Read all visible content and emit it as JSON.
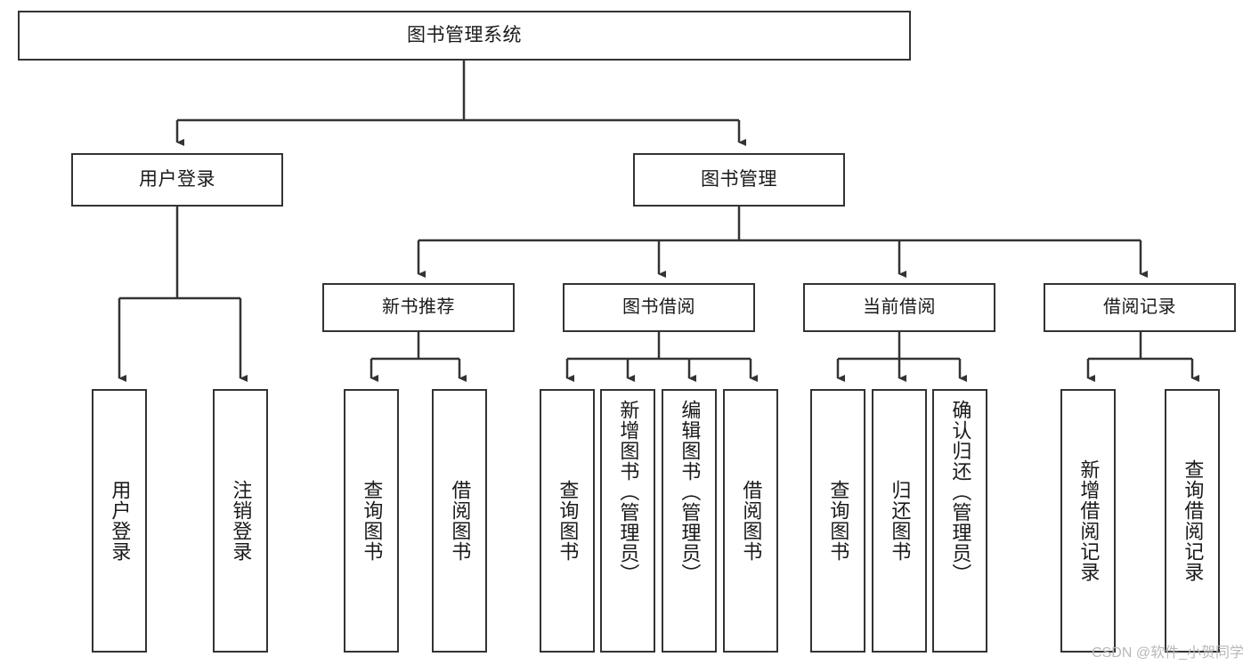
{
  "diagram": {
    "type": "tree-hierarchy",
    "title": "图书管理系统",
    "orientation": "top-down",
    "colors": {
      "box_border": "#333333",
      "box_fill": "#ffffff",
      "edge": "#333333",
      "text": "#1a1a1a",
      "watermark": "#b9b9b9",
      "background": "#ffffff"
    },
    "root": {
      "label": "图书管理系统"
    },
    "level1": [
      {
        "label": "用户登录"
      },
      {
        "label": "图书管理"
      }
    ],
    "level2": [
      {
        "label": "新书推荐"
      },
      {
        "label": "图书借阅"
      },
      {
        "label": "当前借阅"
      },
      {
        "label": "借阅记录"
      }
    ],
    "leaves": {
      "user_login": [
        {
          "label": "用户登录"
        },
        {
          "label": "注销登录"
        }
      ],
      "new_book_recommend": [
        {
          "label": "查询图书"
        },
        {
          "label": "借阅图书"
        }
      ],
      "book_borrow": [
        {
          "label": "查询图书"
        },
        {
          "label": "新增图书（管理员）"
        },
        {
          "label": "编辑图书（管理员）"
        },
        {
          "label": "借阅图书"
        }
      ],
      "current_borrow": [
        {
          "label": "查询图书"
        },
        {
          "label": "归还图书"
        },
        {
          "label": "确认归还（管理员）"
        }
      ],
      "borrow_record": [
        {
          "label": "新增借阅记录"
        },
        {
          "label": "查询借阅记录"
        }
      ]
    }
  },
  "watermark": {
    "text": "CSDN @软件_小贺同学"
  }
}
